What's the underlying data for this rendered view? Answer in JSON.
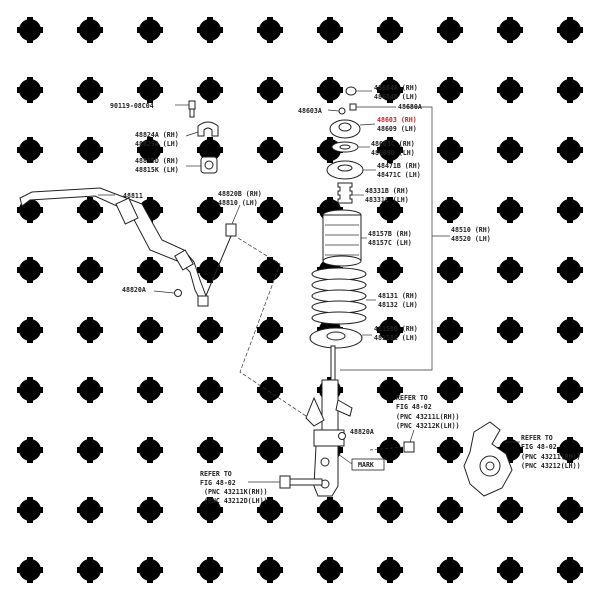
{
  "labels": {
    "bolt_90119": "90119-08C04",
    "bracket_48824a": "48824A (RH)",
    "bracket_48829a": "48829A (LH)",
    "bushing_48815d": "48815D (RH)",
    "bushing_48815k": "48815K (LH)",
    "stabilizer_48811": "48811",
    "link_48820b": "48820B (RH)",
    "link_48810": "48810 (LH)",
    "nut_48820a_left": "48820A",
    "cap_48684a": "48684A (RH)",
    "cap_48684b": "48684B (LH)",
    "nut_48603a": "48603A",
    "nut_48680a": "48680A",
    "support_48603": "48603 (RH)",
    "support_48609": "48609 (LH)",
    "bearing_48603c": "48603C (RH)",
    "bearing_48609d": "48609D (LH)",
    "seat_48471b": "48471B (RH)",
    "seat_48471c": "48471C (LH)",
    "bumper_48331b": "48331B (RH)",
    "bumper_48331c": "48331C (LH)",
    "boot_48157b": "48157B (RH)",
    "boot_48157c": "48157C (LH)",
    "spring_48131": "48131 (RH)",
    "spring_48132": "48132 (LH)",
    "insulator_48158b": "48158B (RH)",
    "insulator_48158c": "48158C (LH)",
    "assy_48510": "48510 (RH)",
    "assy_48520": "48520 (LH)",
    "nut_48820a_right": "48820A",
    "mark": "MARK",
    "ref_center_1": "REFER TO",
    "ref_center_2": "FIG 48-02",
    "ref_center_3": "(PNC 43211L(RH))",
    "ref_center_4": "(PNC 43212K(LH))",
    "ref_bl_1": "REFER TO",
    "ref_bl_2": "FIG 48-02",
    "ref_bl_3": "(PNC 43211K(RH))",
    "ref_bl_4": "(PNC 43212D(LH))",
    "ref_right_1": "REFER TO",
    "ref_right_2": "FIG 48-02",
    "ref_right_3": "(PNC 43211(RH))",
    "ref_right_4": "(PNC 43212(LH))"
  },
  "highlight_color": "#e21b1b"
}
